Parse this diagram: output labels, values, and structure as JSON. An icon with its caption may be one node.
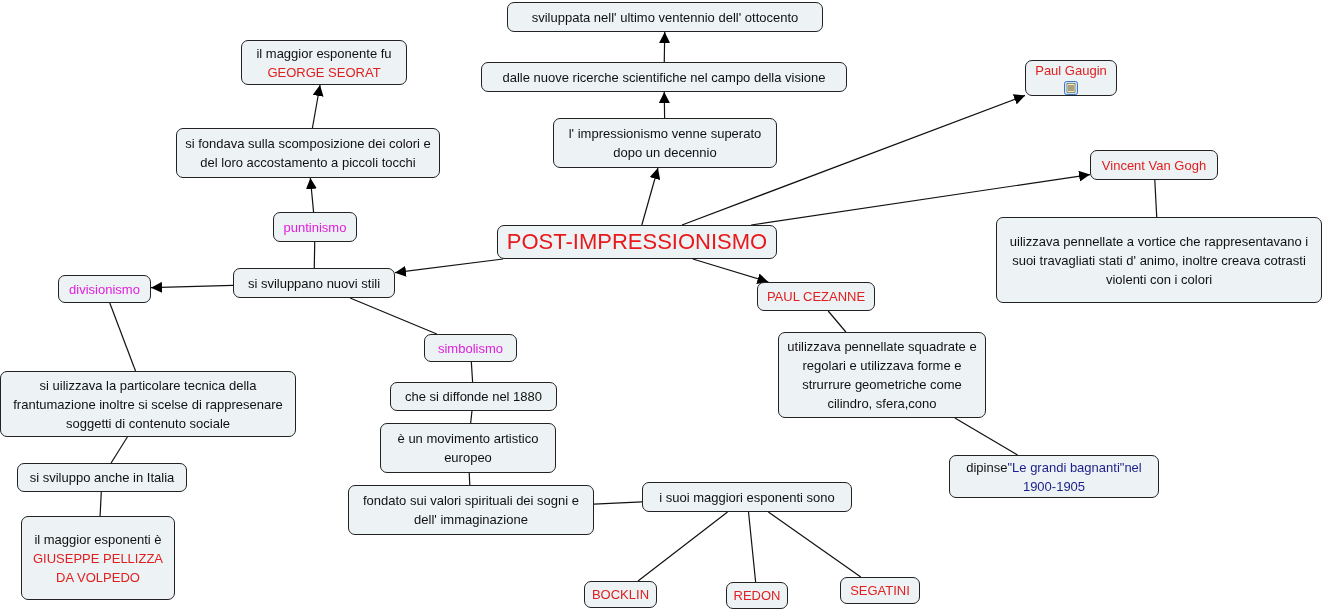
{
  "diagram": {
    "nodes": [
      {
        "text": [
          "POST-IMPRESSIONISMO"
        ]
      },
      {
        "text": [
          "l' impressionismo venne superato dopo un decennio"
        ]
      },
      {
        "text": [
          "dalle nuove ricerche scientifiche nel campo della visione"
        ]
      },
      {
        "text": [
          "sviluppata nell' ultimo ventennio dell' ottocento"
        ]
      },
      {
        "text": [
          "Paul Gaugin"
        ]
      },
      {
        "text": [
          "Vincent Van Gogh"
        ]
      },
      {
        "text": [
          "uilizzava pennellate a vortice che rappresentavano i suoi travagliati stati d' animo, inoltre creava cotrasti violenti con i colori"
        ]
      },
      {
        "text": [
          "PAUL CEZANNE"
        ]
      },
      {
        "text": [
          "utilizzava pennellate squadrate e regolari e utilizzava forme e strurrure geometriche come cilindro, sfera,cono"
        ]
      },
      {
        "text": [
          "dipinse",
          "\"Le grandi bagnanti\"nel 1900-1905"
        ]
      },
      {
        "text": [
          "si sviluppano nuovi stili"
        ]
      },
      {
        "text": [
          "puntinismo"
        ]
      },
      {
        "text": [
          "si fondava sulla scomposizione dei colori e del loro accostamento a piccoli tocchi"
        ]
      },
      {
        "text": [
          "il maggior esponente fu",
          "GEORGE SEORAT"
        ]
      },
      {
        "text": [
          "divisionismo"
        ]
      },
      {
        "text": [
          "si uilizzava la particolare tecnica della frantumazione inoltre si scelse di rappresenare soggetti di contenuto sociale"
        ]
      },
      {
        "text": [
          "si sviluppo anche in Italia"
        ]
      },
      {
        "text": [
          "il maggior esponenti è",
          "GIUSEPPE PELLIZZA DA VOLPEDO"
        ]
      },
      {
        "text": [
          "simbolismo"
        ]
      },
      {
        "text": [
          "che si diffonde nel 1880"
        ]
      },
      {
        "text": [
          "è un movimento artistico europeo"
        ]
      },
      {
        "text": [
          "fondato sui valori spirituali dei sogni e dell' immaginazione"
        ]
      },
      {
        "text": [
          "i suoi maggiori esponenti sono"
        ]
      },
      {
        "text": [
          "BOCKLIN"
        ]
      },
      {
        "text": [
          "REDON"
        ]
      },
      {
        "text": [
          "SEGATINI"
        ]
      }
    ],
    "edges": [
      {
        "from": 0,
        "to": 1,
        "arrow": "to"
      },
      {
        "from": 1,
        "to": 2,
        "arrow": "to"
      },
      {
        "from": 2,
        "to": 3,
        "arrow": "to"
      },
      {
        "from": 0,
        "to": 4,
        "arrow": "to"
      },
      {
        "from": 0,
        "to": 5,
        "arrow": "to"
      },
      {
        "from": 5,
        "to": 6,
        "arrow": "none"
      },
      {
        "from": 0,
        "to": 7,
        "arrow": "to"
      },
      {
        "from": 7,
        "to": 8,
        "arrow": "none"
      },
      {
        "from": 8,
        "to": 9,
        "arrow": "none"
      },
      {
        "from": 0,
        "to": 10,
        "arrow": "to"
      },
      {
        "from": 10,
        "to": 11,
        "arrow": "none"
      },
      {
        "from": 11,
        "to": 12,
        "arrow": "to"
      },
      {
        "from": 12,
        "to": 13,
        "arrow": "to"
      },
      {
        "from": 10,
        "to": 14,
        "arrow": "to"
      },
      {
        "from": 14,
        "to": 15,
        "arrow": "none"
      },
      {
        "from": 15,
        "to": 16,
        "arrow": "none"
      },
      {
        "from": 16,
        "to": 17,
        "arrow": "none"
      },
      {
        "from": 10,
        "to": 18,
        "arrow": "none"
      },
      {
        "from": 18,
        "to": 19,
        "arrow": "none"
      },
      {
        "from": 19,
        "to": 20,
        "arrow": "none"
      },
      {
        "from": 20,
        "to": 21,
        "arrow": "none"
      },
      {
        "from": 21,
        "to": 22,
        "arrow": "none"
      },
      {
        "from": 22,
        "to": 23,
        "arrow": "none"
      },
      {
        "from": 22,
        "to": 24,
        "arrow": "none"
      },
      {
        "from": 22,
        "to": 25,
        "arrow": "none"
      }
    ]
  }
}
